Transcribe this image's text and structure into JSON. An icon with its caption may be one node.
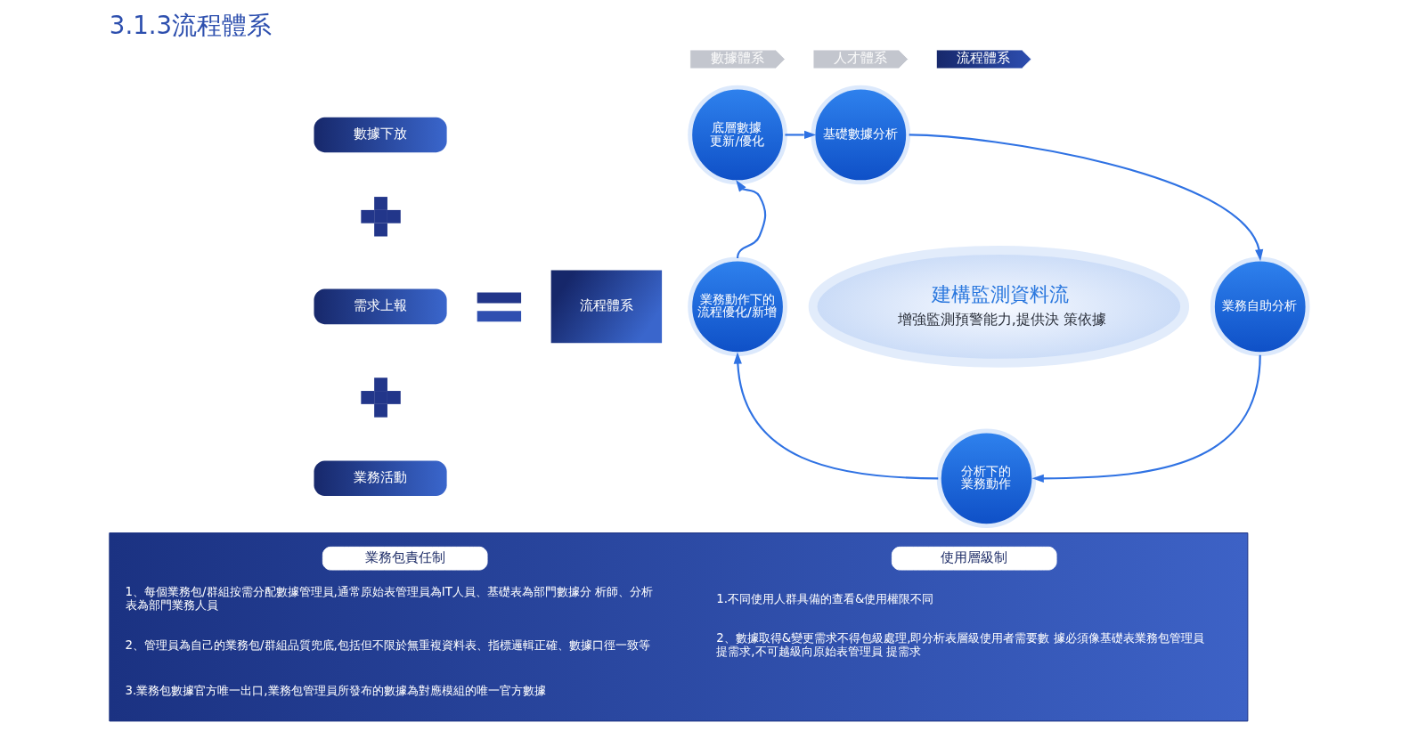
{
  "diagram": {
    "title": "3.1.3流程體系",
    "nodes": [
      {
        "text": [
          "數據體系"
        ]
      },
      {
        "text": [
          "人才體系"
        ]
      },
      {
        "text": [
          "流程體系"
        ]
      },
      {
        "text": [
          "數據下放"
        ]
      },
      {
        "text": [
          "需求上報"
        ]
      },
      {
        "text": [
          "業務活動"
        ]
      },
      {
        "text": [
          "流程體系"
        ]
      },
      {
        "text": [
          "底層數據更新/優化"
        ]
      },
      {
        "text": [
          "基礎數據分析"
        ]
      },
      {
        "text": [
          "建構監測資料流",
          "增強監測預警能力,提供決 策依據"
        ]
      },
      {
        "text": [
          "業務動作下的流程優化/新增"
        ]
      },
      {
        "text": [
          "業務自助分析"
        ]
      },
      {
        "text": [
          "分析下的業務動作"
        ]
      },
      {
        "text": [],
        "shape": "box"
      },
      {
        "text": [
          "業務包責任制"
        ],
        "in": 13
      },
      {
        "text": [
          "使用層級制"
        ],
        "in": 13
      }
    ],
    "edges": [
      {
        "from": 7,
        "to": 8,
        "arrow": "to"
      },
      {
        "from": 8,
        "to": 11,
        "arrow": "to"
      },
      {
        "from": 11,
        "to": 12,
        "arrow": "to"
      },
      {
        "from": 12,
        "to": 10,
        "arrow": "to"
      },
      {
        "from": 10,
        "to": 7,
        "arrow": "to"
      }
    ],
    "labels": [
      "1、每個業務包/群組按需分配數據管理員,通常原始表管理員為IT人員、基礎表為部門數據分 析師、分析表為部門業務人員",
      "2、管理員為自己的業務包/群組品質兜底,包括但不限於無重複資料表、指標邏輯正確、數據口徑一致等",
      "3.業務包數據官方唯一出口,業務包管理員所發布的數據為對應模組的唯一官方數據",
      "1.不同使用人群具備的查看&使用權限不同",
      "2、數據取得&變更需求不得包級處理,即分析表層級使用者需要數 據必須像基礎表業務包管理員提需求,不可越級向原始表管理員 提需求"
    ]
  }
}
